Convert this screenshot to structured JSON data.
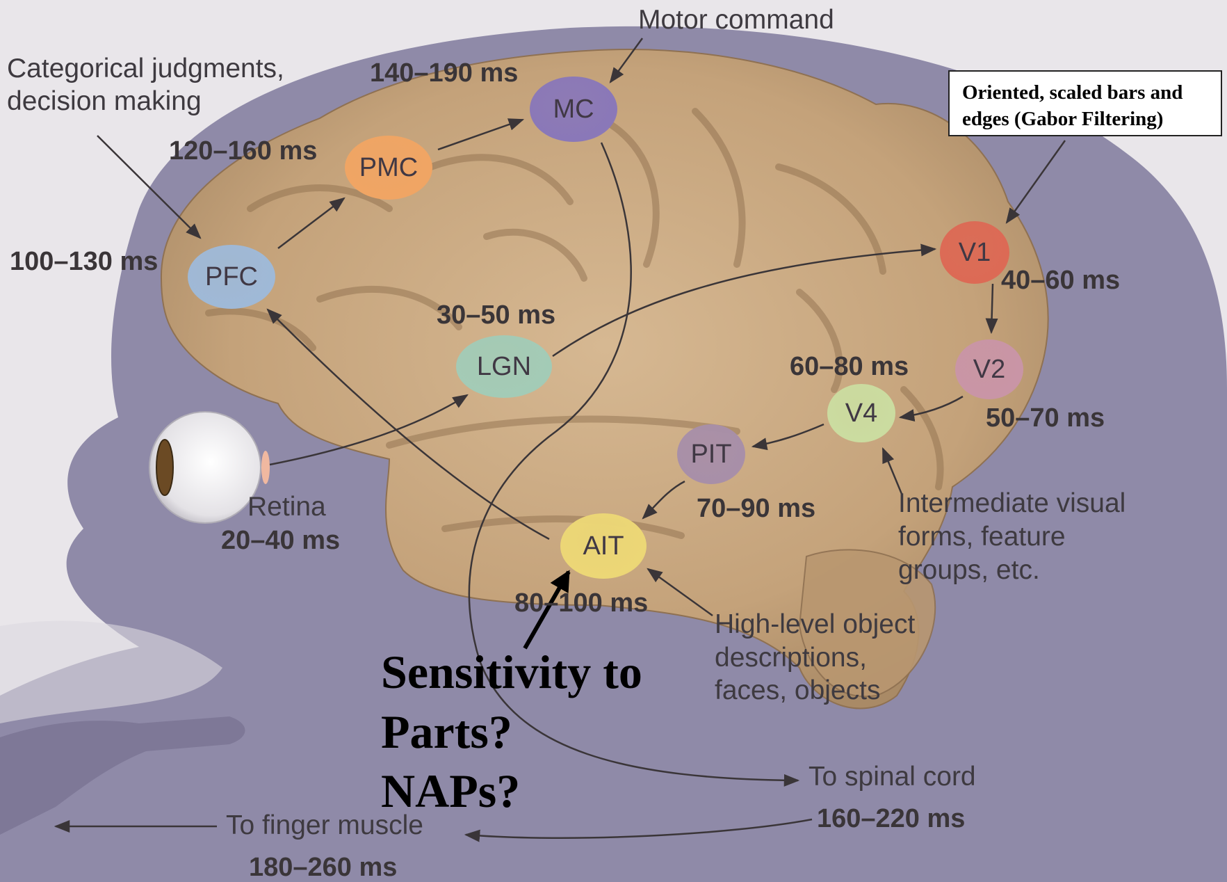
{
  "title": "Motor command",
  "annotations": {
    "categorical_line1": "Categorical judgments,",
    "categorical_line2": "decision making",
    "gabor_line1": "Oriented,  scaled bars and",
    "gabor_line2": "edges (Gabor Filtering)",
    "retina": "Retina",
    "intermediate_line1": "Intermediate visual",
    "intermediate_line2": "forms, feature",
    "intermediate_line3": "groups, etc.",
    "highlevel_line1": "High-level object",
    "highlevel_line2": "descriptions,",
    "highlevel_line3": "faces, objects",
    "spinal": "To spinal cord",
    "finger": "To finger muscle",
    "sensitivity_line1": "Sensitivity to",
    "sensitivity_line2": "Parts?",
    "sensitivity_line3": "NAPs?"
  },
  "regions": {
    "mc": {
      "label": "MC",
      "time": "140–190 ms",
      "color": "#8a78b8"
    },
    "pmc": {
      "label": "PMC",
      "time": "120–160 ms",
      "color": "#f0a564"
    },
    "pfc": {
      "label": "PFC",
      "time": "100–130 ms",
      "color": "#9fb9d7"
    },
    "lgn": {
      "label": "LGN",
      "time": "30–50 ms",
      "color": "#a3cbb6"
    },
    "v1": {
      "label": "V1",
      "time": "40–60 ms",
      "color": "#dc6a55"
    },
    "v2": {
      "label": "V2",
      "time": "50–70 ms",
      "color": "#c995a6"
    },
    "v4": {
      "label": "V4",
      "time": "60–80 ms",
      "color": "#cbdca0"
    },
    "pit": {
      "label": "PIT",
      "time": "70–90 ms",
      "color": "#a88fa8"
    },
    "ait": {
      "label": "AIT",
      "time": "80–100 ms",
      "color": "#ecd776"
    },
    "retina": {
      "time": "20–40 ms"
    },
    "spinal": {
      "time": "160–220 ms"
    },
    "finger": {
      "time": "180–260 ms"
    }
  },
  "colors": {
    "background": "#e9e6ea",
    "head_silhouette": "#8f8aa8",
    "brain": "#c8a880",
    "arrow": "#3a3538"
  }
}
